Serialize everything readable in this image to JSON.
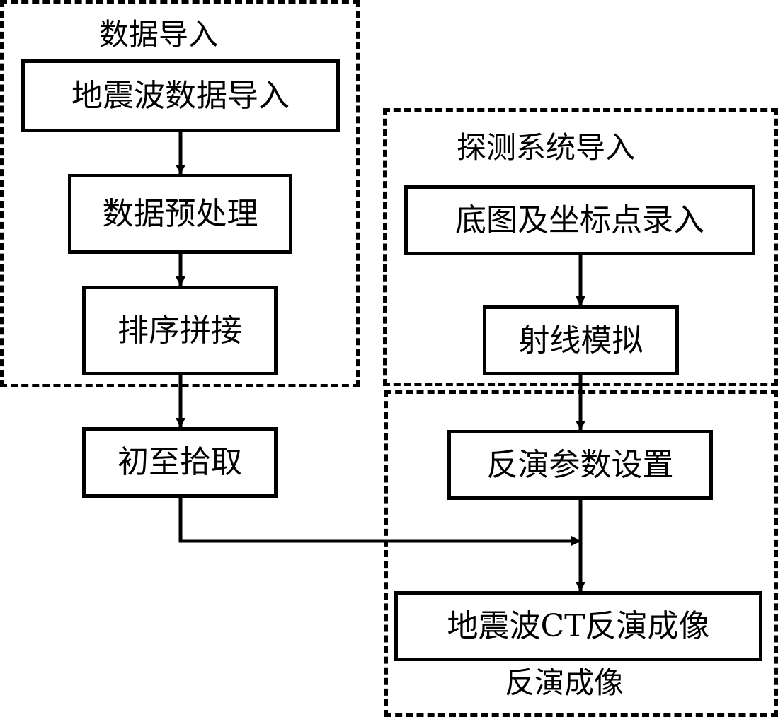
{
  "groups": {
    "data_import": {
      "title": "数据导入"
    },
    "detection_system_import": {
      "title": "探测系统导入"
    },
    "inversion_imaging": {
      "title": "反演成像"
    }
  },
  "nodes": {
    "seismic_data_import": "地震波数据导入",
    "data_preprocessing": "数据预处理",
    "sort_splice": "排序拼接",
    "first_arrival_picking": "初至拾取",
    "basemap_coordinates_input": "底图及坐标点录入",
    "ray_simulation": "射线模拟",
    "inversion_parameter_setting": "反演参数设置",
    "seismic_ct_inversion_imaging": "地震波CT反演成像"
  },
  "edges": [
    {
      "from": "seismic_data_import",
      "to": "data_preprocessing"
    },
    {
      "from": "data_preprocessing",
      "to": "sort_splice"
    },
    {
      "from": "sort_splice",
      "to": "first_arrival_picking"
    },
    {
      "from": "basemap_coordinates_input",
      "to": "ray_simulation"
    },
    {
      "from": "ray_simulation",
      "to": "inversion_parameter_setting"
    },
    {
      "from": "inversion_parameter_setting",
      "to": "seismic_ct_inversion_imaging"
    },
    {
      "from": "first_arrival_picking",
      "to": "seismic_ct_inversion_imaging"
    }
  ]
}
